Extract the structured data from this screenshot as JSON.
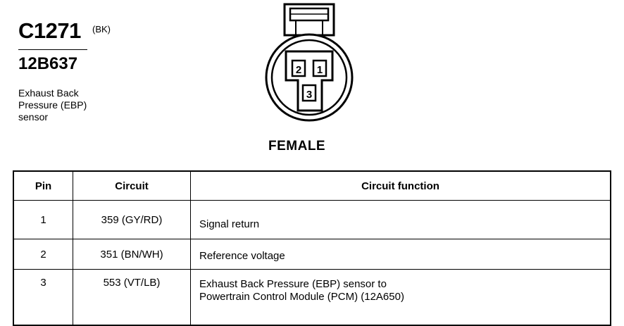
{
  "connector": {
    "id": "C1271",
    "color_code": "(BK)",
    "part_number": "12B637",
    "description": [
      "Exhaust Back",
      "Pressure (EBP)",
      "sensor"
    ],
    "gender": "FEMALE",
    "pin_labels": [
      "2",
      "1",
      "3"
    ]
  },
  "table": {
    "headers": {
      "pin": "Pin",
      "circuit": "Circuit",
      "function": "Circuit function"
    },
    "rows": [
      {
        "pin": "1",
        "circuit": "359 (GY/RD)",
        "function": [
          "Signal return"
        ]
      },
      {
        "pin": "2",
        "circuit": "351 (BN/WH)",
        "function": [
          "Reference voltage"
        ]
      },
      {
        "pin": "3",
        "circuit": "553 (VT/LB)",
        "function": [
          "Exhaust Back Pressure (EBP) sensor to",
          "Powertrain Control Module (PCM) (12A650)"
        ]
      }
    ]
  }
}
